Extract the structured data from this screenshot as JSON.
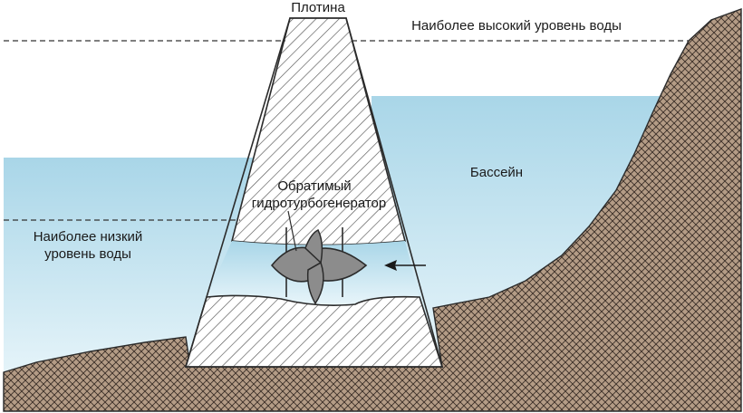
{
  "labels": {
    "dam": "Плотина",
    "highest_level": "Наиболее высокий уровень воды",
    "basin": "Бассейн",
    "turbine_line1": "Обратимый",
    "turbine_line2": "гидротурбогенератор",
    "lowest_level_line1": "Наиболее низкий",
    "lowest_level_line2": "уровень воды"
  },
  "colors": {
    "water_top": "#a9d6e8",
    "water_bottom": "#e8f5fa",
    "ground": "#b49c86",
    "ground_hatch": "#3a2f27",
    "dam_hatch": "#555555",
    "turbine": "#8c8c8c",
    "outline": "#2b2b2b"
  },
  "icons": {
    "turbine": "turbine-icon",
    "flow_arrow": "arrow-left-icon"
  }
}
